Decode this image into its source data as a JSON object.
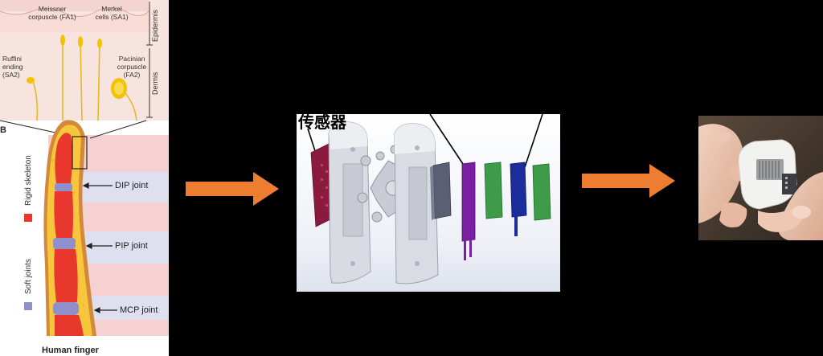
{
  "finger": {
    "skin_labels": {
      "meissner": "Meissner\ncorpuscle (FA1)",
      "merkel": "Merkel\ncells (SA1)",
      "ruffini": "Ruffini\nending\n(SA2)",
      "pacinian": "Pacinian\ncorpuscle\n(FA2)",
      "epidermis": "Epidermis",
      "dermis": "Dermis"
    },
    "panel_letter": "B",
    "legend": {
      "rigid": "Rigid skeleton",
      "soft": "Soft joints"
    },
    "joints": {
      "dip": "DIP joint",
      "pip": "PIP joint",
      "mcp": "MCP joint"
    },
    "caption": "Human finger"
  },
  "cad": {
    "partial_label": "传感器"
  },
  "colors": {
    "arrow": "#ED7D31",
    "bone": "#E8372D",
    "joint": "#8E8FCB",
    "fat": "#F7C63C",
    "skin_band": "#F5D1D1",
    "sensor_red": "#8B1A3F",
    "sensor_purple": "#7B1FA2",
    "sensor_blue": "#1B2C9C",
    "sensor_green": "#3E9B4A"
  }
}
